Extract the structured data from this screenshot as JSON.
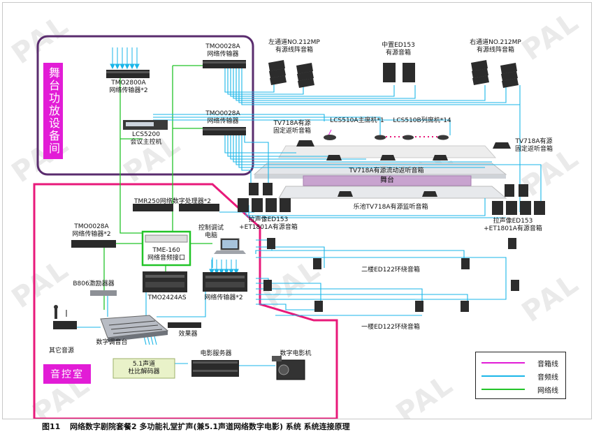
{
  "watermark": "PAL",
  "rooms": {
    "stage_room": "舞台功放设备间",
    "control_room": "音控室",
    "stage": "舞台"
  },
  "devices": {
    "left_array": "左通道NO.212MP\n有源线阵音箱",
    "center_speaker": "中置ED153\n有源音箱",
    "right_array": "右通道NO.212MP\n有源线阵音箱",
    "tmo2800a": "TMO2800A\n网络传输器*2",
    "tmo0028a_top": "TMO0028A\n网络传输器",
    "lcs5200": "LCS5200\n会议主控机",
    "tmo0028a_mid": "TMO0028A\n网络传输器",
    "tv718a_left": "TV718A有源\n固定返听音箱",
    "lcs510a": "LCS510A主席机*1",
    "lcs510b": "LCS510B列席机*14",
    "tv718a_right": "TV718A有源\n固定返听音箱",
    "tv718a_mobile": "TV718A有源流动返听音箱",
    "tmr250": "TMR250网络数字处理器*2",
    "pit_monitor": "乐池TV718A有源监听音箱",
    "drape_left": "拉声像ED153\n+ET1801A有源音箱",
    "drape_right": "拉声像ED153\n+ET1801A有源音箱",
    "tmo0028a_ctrl": "TMO0028A\n网络传输器*2",
    "tme160": "TME-160\n网络音频接口",
    "control_pc": "控制调试\n电脑",
    "second_floor": "二楼ED122环绕音箱",
    "b806": "B806激励器器",
    "tmo2424as": "TMO2424AS",
    "transmitter2": "网络传输器*2",
    "first_floor": "一楼ED122环绕音箱",
    "other_source": "其它音源",
    "mixer": "数字调音台",
    "effects": "效果器",
    "film_server": "电影服务器",
    "cinema_projector": "数字电影机",
    "dolby_decoder": "5.1声道\n杜比解码器"
  },
  "legend": [
    {
      "label": "音箱线",
      "color": "#e21cd6"
    },
    {
      "label": "音频线",
      "color": "#1ab6e8"
    },
    {
      "label": "网络线",
      "color": "#22c428"
    }
  ],
  "caption": {
    "figure": "图11",
    "title": "网络数字剧院套餐2 多功能礼堂扩声(兼5.1声道网络数字电影) 系统  系统连接原理"
  }
}
